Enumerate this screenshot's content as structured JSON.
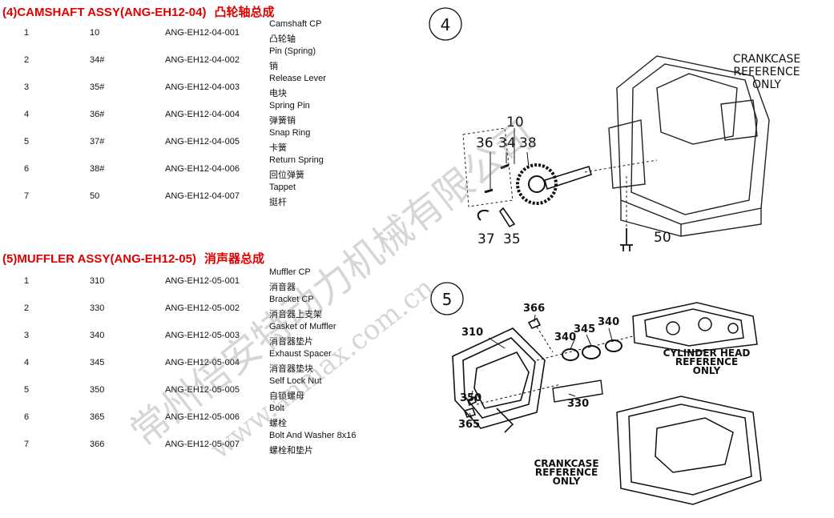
{
  "sections": [
    {
      "title": "(4)CAMSHAFT ASSY(ANG-EH12-04)",
      "title_cn": "凸轮轴总成",
      "rows": [
        {
          "no": "1",
          "ref": "10",
          "code": "ANG-EH12-04-001",
          "name_en": "Camshaft CP",
          "name_cn": "凸轮轴"
        },
        {
          "no": "2",
          "ref": "34#",
          "code": "ANG-EH12-04-002",
          "name_en": "Pin (Spring)",
          "name_cn": "销"
        },
        {
          "no": "3",
          "ref": "35#",
          "code": "ANG-EH12-04-003",
          "name_en": "Release Lever",
          "name_cn": "电块"
        },
        {
          "no": "4",
          "ref": "36#",
          "code": "ANG-EH12-04-004",
          "name_en": "Spring Pin",
          "name_cn": "弹簧销"
        },
        {
          "no": "5",
          "ref": "37#",
          "code": "ANG-EH12-04-005",
          "name_en": "Snap Ring",
          "name_cn": "卡簧"
        },
        {
          "no": "6",
          "ref": "38#",
          "code": "ANG-EH12-04-006",
          "name_en": "Return Spring",
          "name_cn": "回位弹簧"
        },
        {
          "no": "7",
          "ref": "50",
          "code": "ANG-EH12-04-007",
          "name_en": "Tappet",
          "name_cn": "挺杆"
        }
      ]
    },
    {
      "title": "(5)MUFFLER ASSY(ANG-EH12-05)",
      "title_cn": "消声器总成",
      "rows": [
        {
          "no": "1",
          "ref": "310",
          "code": "ANG-EH12-05-001",
          "name_en": "Muffler CP",
          "name_cn": "消音器"
        },
        {
          "no": "2",
          "ref": "330",
          "code": "ANG-EH12-05-002",
          "name_en": "Bracket CP",
          "name_cn": "消音器上支架"
        },
        {
          "no": "3",
          "ref": "340",
          "code": "ANG-EH12-05-003",
          "name_en": "Gasket of Muffler",
          "name_cn": "消音器垫片"
        },
        {
          "no": "4",
          "ref": "345",
          "code": "ANG-EH12-05-004",
          "name_en": "Exhaust Spacer",
          "name_cn": "消音器垫块"
        },
        {
          "no": "5",
          "ref": "350",
          "code": "ANG-EH12-05-005",
          "name_en": "Self Lock Nut",
          "name_cn": "自锁螺母"
        },
        {
          "no": "6",
          "ref": "365",
          "code": "ANG-EH12-05-006",
          "name_en": "Bolt",
          "name_cn": "螺栓"
        },
        {
          "no": "7",
          "ref": "366",
          "code": "ANG-EH12-05-007",
          "name_en": "Bolt And Washer 8x16",
          "name_cn": "螺栓和垫片"
        }
      ]
    }
  ],
  "watermark": {
    "company_cn": "常州倍安特动力机械有限公司",
    "url": "www.anmax.com.cn"
  },
  "diagram4": {
    "number": "4",
    "labels": {
      "l10": "10",
      "l36": "36",
      "l34": "34",
      "l38": "38",
      "l37": "37",
      "l35": "35",
      "l50": "50"
    },
    "note": [
      "CRANKCASE",
      "REFERENCE",
      "ONLY"
    ]
  },
  "diagram5": {
    "number": "5",
    "labels": {
      "l366": "366",
      "l310": "310",
      "l345": "345",
      "l340a": "340",
      "l340b": "340",
      "l350": "350",
      "l330": "330",
      "l365": "365"
    },
    "note_head": [
      "CYLINDER HEAD",
      "REFERENCE",
      "ONLY"
    ],
    "note_case": [
      "CRANKCASE",
      "REFERENCE",
      "ONLY"
    ]
  }
}
